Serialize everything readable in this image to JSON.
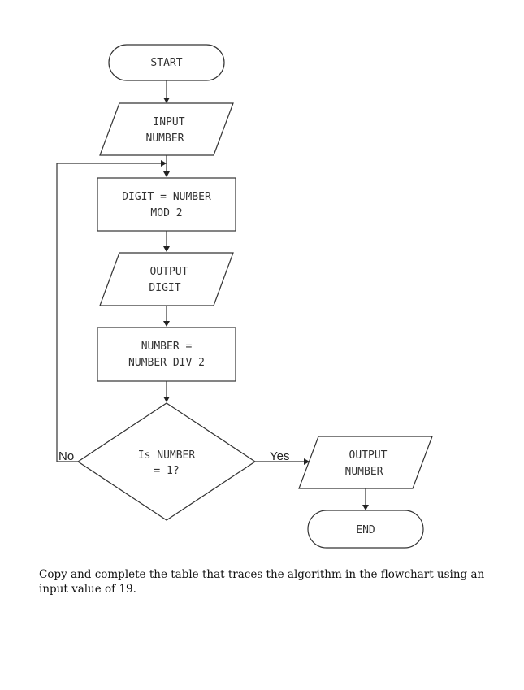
{
  "flowchart": {
    "start": "START",
    "input": [
      "INPUT",
      "NUMBER"
    ],
    "digit": [
      "DIGIT = NUMBER",
      "MOD 2"
    ],
    "output_digit": [
      "OUTPUT",
      "DIGIT"
    ],
    "number_div": [
      "NUMBER =",
      "NUMBER DIV 2"
    ],
    "decision": [
      "Is NUMBER",
      "= 1?"
    ],
    "output_number": [
      "OUTPUT",
      "NUMBER"
    ],
    "end": "END",
    "label_no": "No",
    "label_yes": "Yes"
  },
  "question": "Copy and complete the table that traces the algorithm in the flowchart using an input value of 19."
}
